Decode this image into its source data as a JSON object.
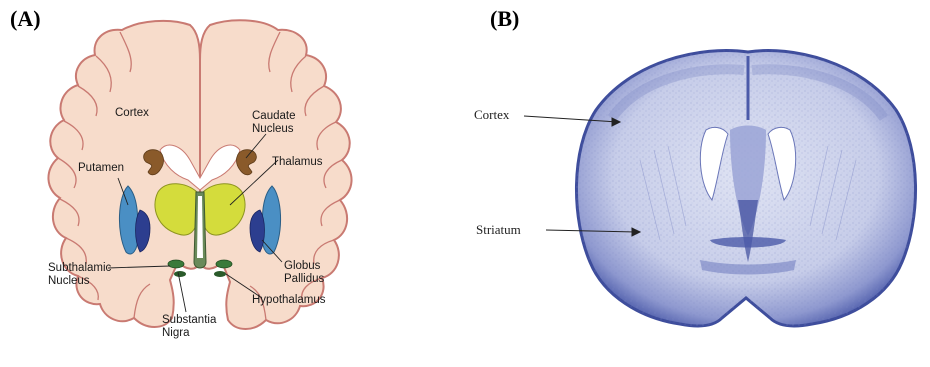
{
  "panels": {
    "a": {
      "label": "(A)",
      "structures": {
        "cortex": "Cortex",
        "caudate": "Caudate Nucleus",
        "putamen": "Putamen",
        "thalamus": "Thalamus",
        "globus": "Globus Pallidus",
        "subthalamic": "Subthalamic Nucleus",
        "hypothalamus": "Hypothalamus",
        "substantia": "Substantia Nigra"
      }
    },
    "b": {
      "label": "(B)",
      "structures": {
        "cortex": "Cortex",
        "striatum": "Striatum"
      }
    }
  },
  "colors": {
    "cortex_fill": "#f7dccb",
    "cortex_outline": "#c97a72",
    "putamen": "#4a8fc4",
    "globus": "#2c3e8f",
    "thalamus": "#d4dc3c",
    "caudate": "#8a5a2a",
    "ventricle": "#ffffff",
    "hypothalamus_green": "#3a7a3a",
    "stain_dark": "#4a5aa8",
    "stain_light": "#c9cfea"
  }
}
